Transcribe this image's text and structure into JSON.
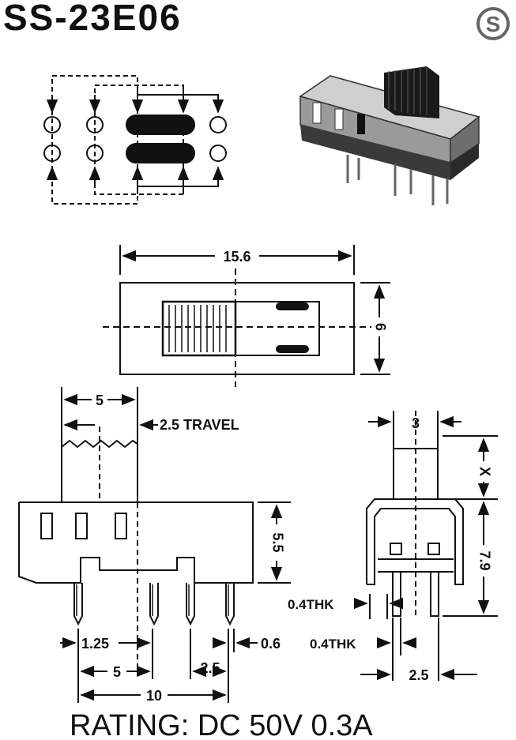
{
  "title": "SS-23E06",
  "logo_letter": "S",
  "dims": {
    "length": "15.6",
    "width": "6",
    "knob_width": "5",
    "travel": "2.5 TRAVEL",
    "body_height": "5.5",
    "knob_thickness": "3",
    "x_height": "X",
    "overall_height": "7.9",
    "thk_a": "0.4THK",
    "thk_b": "0.4THK",
    "pin_offset": "1.25",
    "pin_width": "0.6",
    "pitch_5": "5",
    "pitch_2_5": "2.5",
    "span_10": "10",
    "side_pitch": "2.5"
  },
  "rating": "RATING: DC 50V 0.3A"
}
